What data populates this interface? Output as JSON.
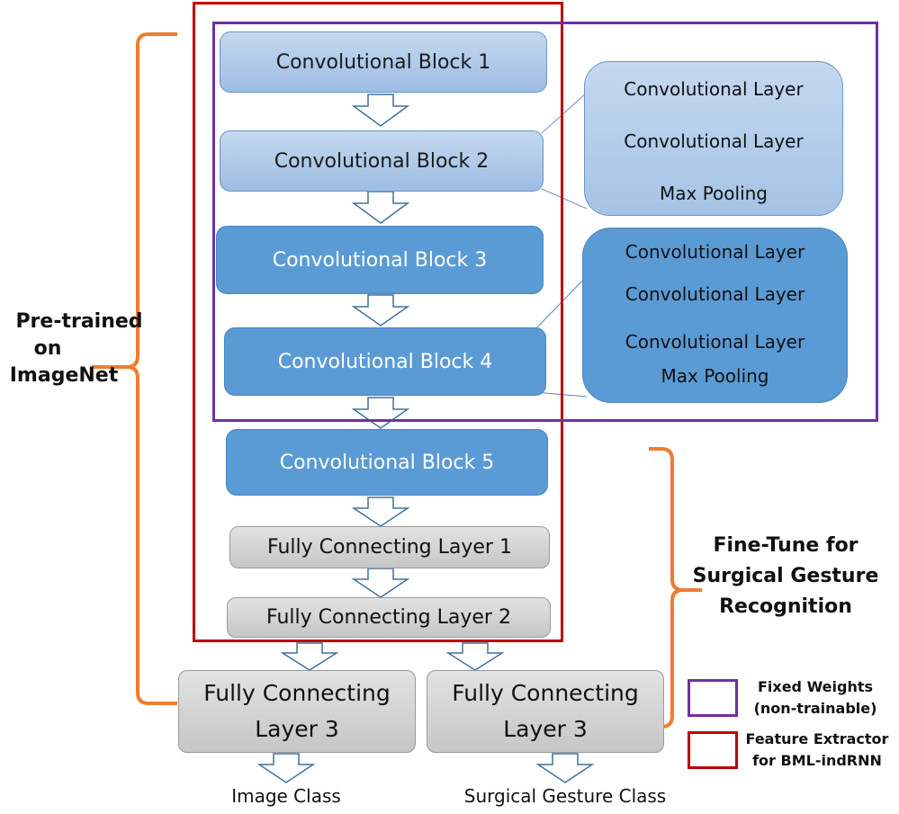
{
  "blocks": {
    "conv1": "Convolutional Block 1",
    "conv2": "Convolutional Block 2",
    "conv3": "Convolutional Block 3",
    "conv4": "Convolutional Block 4",
    "conv5": "Convolutional Block 5",
    "fc1": "Fully Connecting Layer 1",
    "fc2": "Fully Connecting Layer 2",
    "fc3_left_line1": "Fully Connecting",
    "fc3_left_line2": "Layer 3",
    "fc3_right_line1": "Fully Connecting",
    "fc3_right_line2": "Layer 3"
  },
  "detail_light": [
    "Convolutional Layer",
    "Convolutional Layer",
    "Max Pooling"
  ],
  "detail_dark": [
    "Convolutional Layer",
    "Convolutional Layer",
    "Convolutional Layer",
    "Max Pooling"
  ],
  "labels": {
    "pretrained_line1": "Pre-trained",
    "pretrained_line2": "on",
    "pretrained_line3": "ImageNet",
    "finetune_line1": "Fine-Tune for",
    "finetune_line2": "Surgical Gesture",
    "finetune_line3": "Recognition"
  },
  "outputs": {
    "left": "Image Class",
    "right": "Surgical Gesture Class"
  },
  "legend": {
    "fixed_line1": "Fixed Weights",
    "fixed_line2": "(non-trainable)",
    "extractor_line1": "Feature Extractor",
    "extractor_line2": "for BML-indRNN",
    "fixed_color": "#7030a0",
    "extractor_color": "#c00000"
  },
  "colors": {
    "bracket": "#ed7d31",
    "light_block": "#9dbde3",
    "dark_block": "#5b9bd5",
    "grey_block": "#cccccc"
  }
}
